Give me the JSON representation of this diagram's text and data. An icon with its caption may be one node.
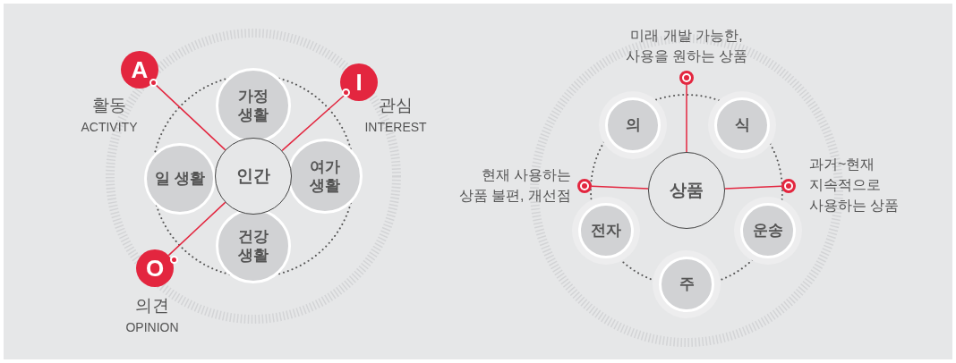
{
  "diagram": {
    "nodes": [
      {
        "text": [
          "A"
        ],
        "beside": [
          "활동",
          "ACTIVITY"
        ]
      },
      {
        "text": [
          "I"
        ],
        "beside": [
          "관심",
          "INTEREST"
        ]
      },
      {
        "text": [
          "가정 생활"
        ]
      },
      {
        "text": [
          "일 생활"
        ]
      },
      {
        "text": [
          "인간"
        ]
      },
      {
        "text": [
          "여가 생활"
        ]
      },
      {
        "text": [
          "건강 생활"
        ]
      },
      {
        "text": [
          "O"
        ],
        "beside": [
          "의견",
          "OPINION"
        ]
      },
      {
        "text": [],
        "shape": "circle",
        "beside": [
          "미래 개발 가능한, 사용을 원하는 상품"
        ]
      },
      {
        "text": [
          "의"
        ]
      },
      {
        "text": [
          "식"
        ]
      },
      {
        "text": [],
        "shape": "circle",
        "beside": [
          "현재 사용하는 상품 불편, 개선점"
        ]
      },
      {
        "text": [
          "상품"
        ]
      },
      {
        "text": [],
        "shape": "circle",
        "beside": [
          "과거~현재 지속적으로 사용하는 상품"
        ]
      },
      {
        "text": [
          "전자"
        ]
      },
      {
        "text": [
          "운송"
        ]
      },
      {
        "text": [
          "주"
        ]
      }
    ],
    "edges": [
      {
        "from": 0,
        "to": 4,
        "arrow": "none"
      },
      {
        "from": 1,
        "to": 4,
        "arrow": "none"
      },
      {
        "from": 7,
        "to": 4,
        "arrow": "none"
      },
      {
        "from": 12,
        "to": 8,
        "arrow": "none"
      },
      {
        "from": 12,
        "to": 11,
        "arrow": "none"
      },
      {
        "from": 12,
        "to": 13,
        "arrow": "none"
      }
    ]
  }
}
